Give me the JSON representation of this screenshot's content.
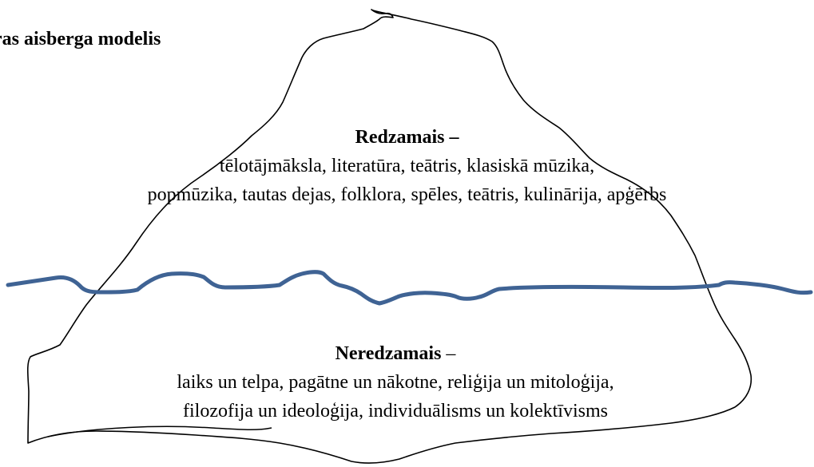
{
  "title": "ras aisberga modelis",
  "visible": {
    "heading": "Redzamais",
    "dash": " –",
    "lines": [
      "tēlotājmāksla, literatūra, teātris, klasiskā mūzika,",
      "popmūzika, tautas dejas, folklora, spēles, teātris, kulinārija, apģērbs"
    ]
  },
  "hidden": {
    "heading": "Neredzamais",
    "dash": " –",
    "lines": [
      "laiks un telpa, pagātne un nākotne, reliģija un mitoloģija,",
      "filozofija un ideoloģija, individuālisms un kolektīvisms"
    ]
  },
  "colors": {
    "waterline": "#3f6394",
    "outline": "#000000"
  }
}
